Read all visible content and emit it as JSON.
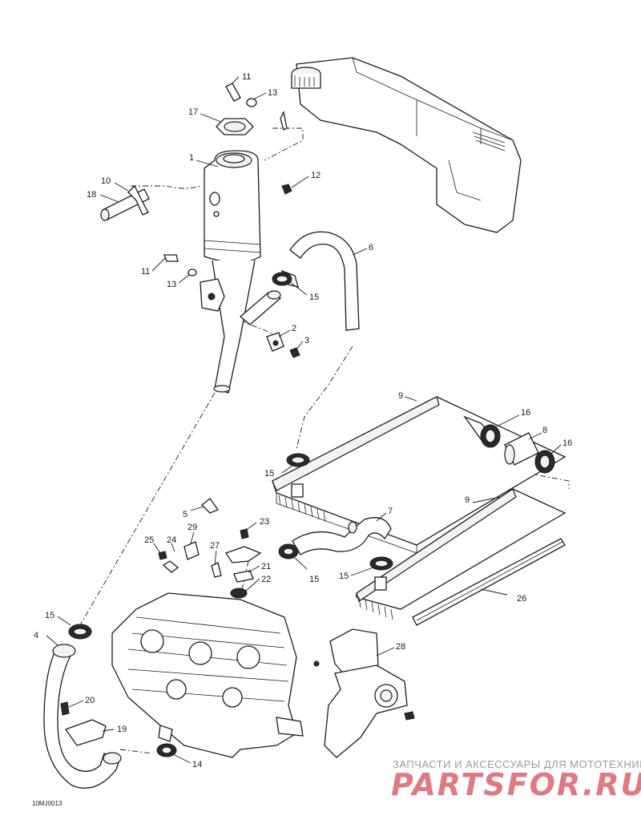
{
  "diagram": {
    "reference_code": "10MJ0013",
    "callouts": {
      "c1": "1",
      "c2": "2",
      "c3": "3",
      "c4": "4",
      "c5": "5",
      "c6": "6",
      "c7": "7",
      "c8": "8",
      "c9a": "9",
      "c9b": "9",
      "c10": "10",
      "c11a": "11",
      "c11b": "11",
      "c12": "12",
      "c13a": "13",
      "c13b": "13",
      "c14": "14",
      "c15a": "15",
      "c15b": "15",
      "c15c": "15",
      "c15d": "15",
      "c15e": "15",
      "c16a": "16",
      "c16b": "16",
      "c17": "17",
      "c18": "18",
      "c19": "19",
      "c20": "20",
      "c21": "21",
      "c22": "22",
      "c23": "23",
      "c24": "24",
      "c25": "25",
      "c26": "26",
      "c27": "27",
      "c28": "28",
      "c29": "29"
    }
  },
  "watermark": {
    "tagline": "ЗАПЧАСТИ И АКСЕССУАРЫ ДЛЯ МОТОТЕХНИКИ",
    "logo_text": "PARTSFOR.RU",
    "logo_color": "#e07a82"
  }
}
